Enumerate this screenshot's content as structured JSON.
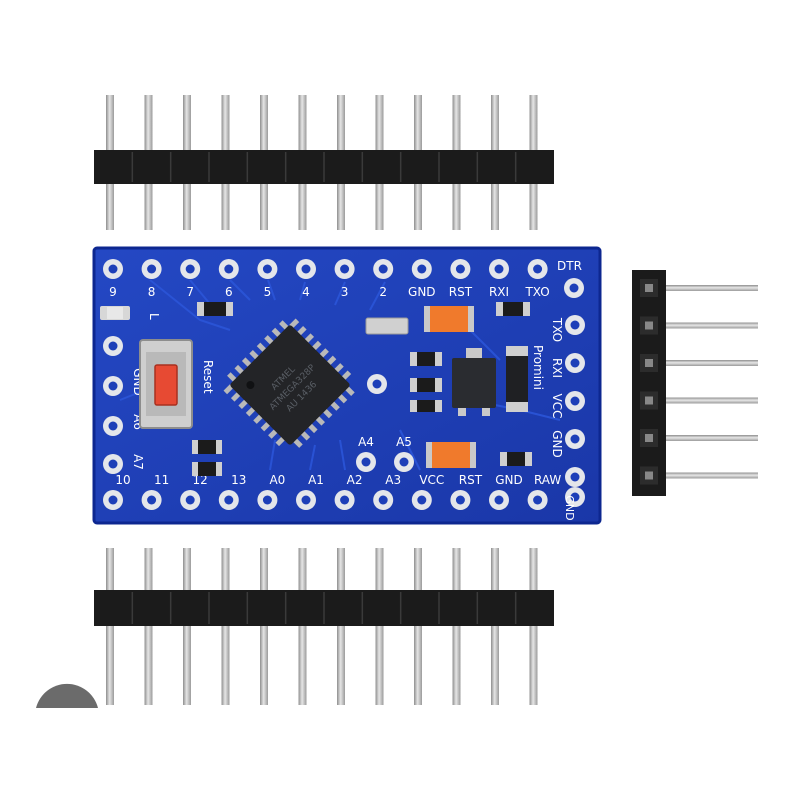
{
  "board": {
    "top_row": [
      "9",
      "8",
      "7",
      "6",
      "5",
      "4",
      "3",
      "2",
      "GND",
      "RST",
      "RXI",
      "TXO"
    ],
    "dtr": "DTR",
    "bottom_row": [
      "10",
      "11",
      "12",
      "13",
      "A0",
      "A1",
      "A2",
      "A3",
      "VCC",
      "RST",
      "GND",
      "RAW"
    ],
    "right_column": [
      "TXO",
      "RXI",
      "VCC",
      "GND"
    ],
    "right_gnd": "GND",
    "left_column": [
      "GND",
      "A6",
      "A7"
    ],
    "led_label": "L",
    "reset_label": "Reset",
    "promini_label": "Promini",
    "a4_label": "A4",
    "a5_label": "A5",
    "chip_text": [
      "ATMEL",
      "ATMEGA328P",
      "AU 1436"
    ],
    "colors": {
      "pcb": "#1d3fb8",
      "pcb_border": "#0d2790",
      "header_plastic": "#1b1b1b",
      "pin_metal": "#c9c9c9",
      "pad": "#e4e6ea",
      "resistor_orange": "#f07a2c",
      "reset_button": "#e74a33"
    }
  }
}
